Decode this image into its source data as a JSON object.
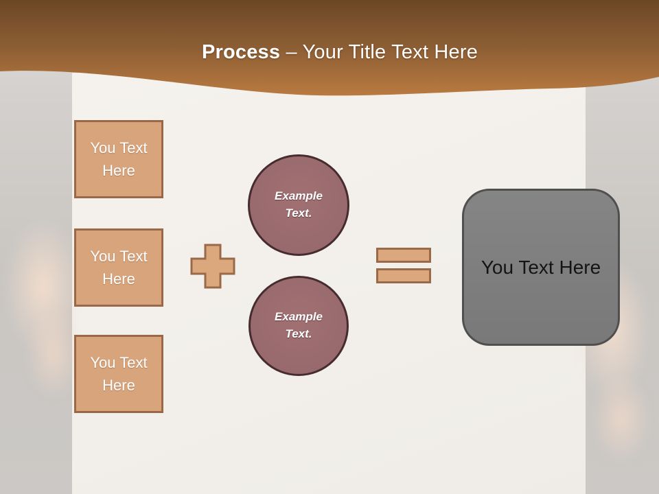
{
  "slide": {
    "header": {
      "title_bold": "Process",
      "title_rest": "– Your Title Text Here"
    },
    "input_boxes": [
      {
        "label": "You Text Here"
      },
      {
        "label": "You Text Here"
      },
      {
        "label": "You Text Here"
      }
    ],
    "process_circles": [
      {
        "label": "Example Text."
      },
      {
        "label": "Example Text."
      }
    ],
    "result_box": {
      "label": "You Text Here"
    },
    "operators": {
      "plus": "plus-sign",
      "equals": "equals-sign"
    },
    "colors": {
      "header_top": "#6b4726",
      "header_bottom": "#b97a41",
      "tan_fill": "#d8a47c",
      "tan_border": "#996947",
      "maroon_fill": "#986a6d",
      "maroon_border": "#462b2f",
      "result_fill": "#7f7f7f",
      "result_border": "#4f4f4f",
      "paper": "#f2efea",
      "background": "#c9c6c2"
    }
  }
}
